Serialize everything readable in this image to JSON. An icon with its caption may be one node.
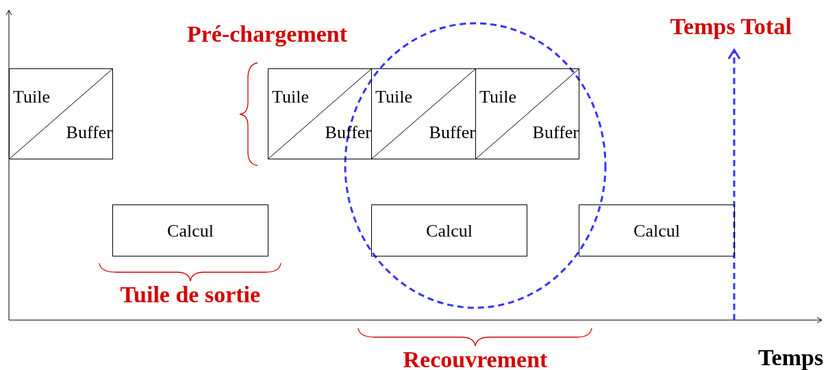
{
  "diagram": {
    "nodes": [
      {
        "text": [
          "Tuile",
          "Buffer"
        ]
      },
      {
        "text": [
          "Tuile",
          "Buffer"
        ]
      },
      {
        "text": [
          "Tuile",
          "Buffer"
        ]
      },
      {
        "text": [
          "Tuile",
          "Buffer"
        ]
      },
      {
        "text": [
          "Calcul"
        ]
      },
      {
        "text": [
          "Calcul"
        ]
      },
      {
        "text": [
          "Calcul"
        ]
      }
    ],
    "edges": [],
    "labels": [
      "Pré-chargement",
      "Temps Total",
      "Tuile de sortie",
      "Recouvrement",
      "Temps"
    ]
  }
}
